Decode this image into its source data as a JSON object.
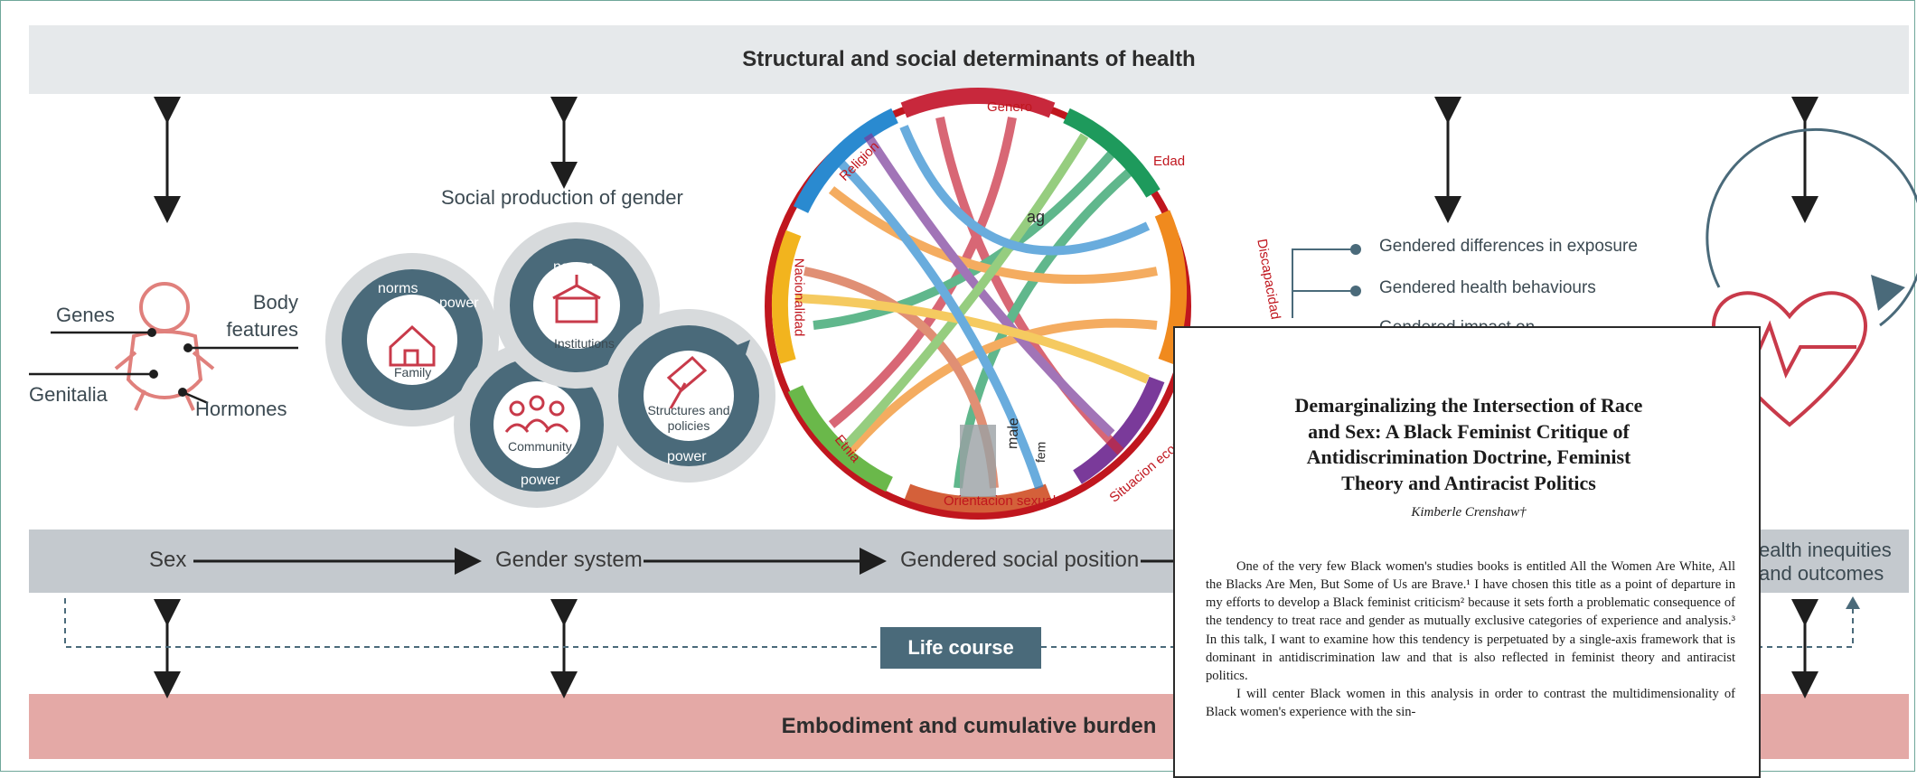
{
  "bands": {
    "top": "Structural and social determinants of health",
    "bottom": "Embodiment and cumulative burden",
    "life_course": "Life course"
  },
  "flow": {
    "sex": "Sex",
    "gender_system": "Gender system",
    "gendered_social_position": "Gendered social position",
    "health_outcomes_line1": "ealth inequities",
    "health_outcomes_line2": "and outcomes"
  },
  "body": {
    "genes": "Genes",
    "body_features_1": "Body",
    "body_features_2": "features",
    "genitalia": "Genitalia",
    "hormones": "Hormones"
  },
  "gears": {
    "title": "Social production of gender",
    "family": "Family",
    "community": "Community",
    "institutions": "Institutions",
    "structures_1": "Structures and",
    "structures_2": "policies",
    "norms": "norms",
    "power": "power"
  },
  "pathways": {
    "item1": "Gendered differences in exposure",
    "item2": "Gendered health behaviours",
    "item3": "Gendered impact on..."
  },
  "chord": {
    "labels": [
      "Genero",
      "Edad",
      "Discapacidad",
      "Situacion economica",
      "Orientacion sexual",
      "Etnia",
      "Nacionalidad",
      "Religion"
    ],
    "inner_words": [
      "male",
      "ag",
      "fem"
    ]
  },
  "document": {
    "title_1": "Demarginalizing the Intersection of Race",
    "title_2": "and Sex: A Black Feminist Critique of",
    "title_3": "Antidiscrimination Doctrine, Feminist",
    "title_4": "Theory and Antiracist Politics",
    "author": "Kimberle Crenshaw†",
    "para1": "One of the very few Black women's studies books is entitled All the Women Are White, All the Blacks Are Men, But Some of Us are Brave.¹ I have chosen this title as a point of departure in my efforts to develop a Black feminist criticism² because it sets forth a problematic consequence of the tendency to treat race and gender as mutually exclusive categories of experience and analysis.³ In this talk, I want to examine how this tendency is perpetuated by a single-axis framework that is dominant in antidiscrimination law and that is also reflected in feminist theory and antiracist politics.",
    "para2": "I will center Black women in this analysis in order to contrast the multidimensionality of Black women's experience with the sin-"
  },
  "colors": {
    "accent_dark": "#4a6a7a",
    "pink": "#e0807c",
    "chord_ring": "#c0161e"
  }
}
